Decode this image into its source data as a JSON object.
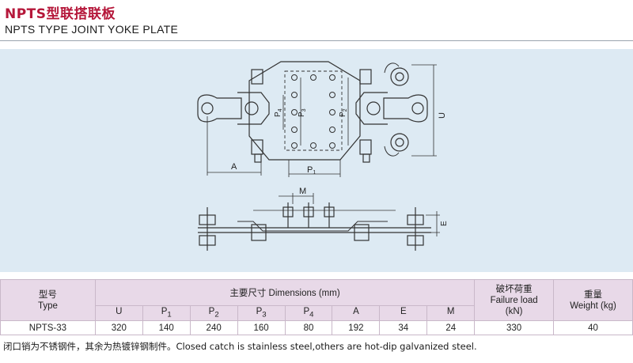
{
  "header": {
    "title_cn": "NPTS型联搭联板",
    "title_en": "NPTS TYPE JOINT YOKE PLATE"
  },
  "drawing": {
    "labels": {
      "A": "A",
      "P1": "P",
      "P1_sub": "1",
      "P2": "P",
      "P2_sub": "2",
      "P3": "P",
      "P3_sub": "3",
      "P4": "P",
      "P4_sub": "4",
      "U": "U",
      "M": "M",
      "E": "E"
    }
  },
  "table": {
    "type_label_cn": "型号",
    "type_label_en": "Type",
    "dimensions_label": "主要尺寸 Dimensions (mm)",
    "failure_label_cn": "破坏荷重",
    "failure_label_en": "Failure load",
    "failure_unit": "(kN)",
    "weight_label_cn": "重量",
    "weight_label_en": "Weight (kg)",
    "columns": [
      {
        "main": "U",
        "sub": ""
      },
      {
        "main": "P",
        "sub": "1"
      },
      {
        "main": "P",
        "sub": "2"
      },
      {
        "main": "P",
        "sub": "3"
      },
      {
        "main": "P",
        "sub": "4"
      },
      {
        "main": "A",
        "sub": ""
      },
      {
        "main": "E",
        "sub": ""
      },
      {
        "main": "M",
        "sub": ""
      }
    ],
    "rows": [
      {
        "type": "NPTS-33",
        "values": [
          "320",
          "140",
          "240",
          "160",
          "80",
          "192",
          "34",
          "24"
        ],
        "failure": "330",
        "weight": "40"
      }
    ]
  },
  "note": "闭口销为不锈钢件，其余为热镀锌钢制件。Closed catch is stainless steel,others are hot-dip galvanized steel.",
  "colors": {
    "title_red": "#b5173a",
    "drawing_bg": "#ddeaf3",
    "table_header_bg": "#e8d9e8"
  }
}
